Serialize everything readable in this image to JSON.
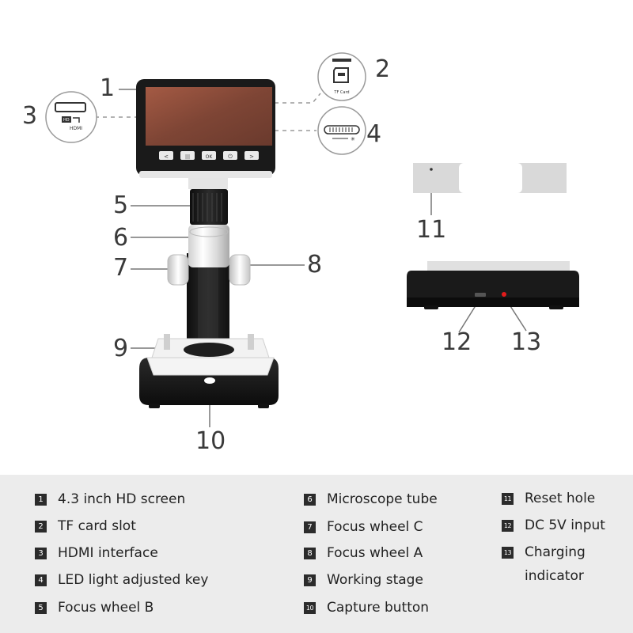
{
  "callouts": {
    "c1": "1",
    "c2": "2",
    "c3": "3",
    "c4": "4",
    "c5": "5",
    "c6": "6",
    "c7": "7",
    "c8": "8",
    "c9": "9",
    "c10": "10",
    "c11": "11",
    "c12": "12",
    "c13": "13"
  },
  "icon_labels": {
    "tf_card": "TF Card",
    "hdmi": "HDMI",
    "hdmi_badge": "HD"
  },
  "screen_buttons": [
    "<",
    "|||",
    "OK",
    "⏻",
    ">"
  ],
  "legend": [
    {
      "num": "1",
      "text": "4.3 inch HD screen"
    },
    {
      "num": "2",
      "text": "TF card slot"
    },
    {
      "num": "3",
      "text": "HDMI interface"
    },
    {
      "num": "4",
      "text": "LED light adjusted key"
    },
    {
      "num": "5",
      "text": "Focus wheel B"
    },
    {
      "num": "6",
      "text": "Microscope tube"
    },
    {
      "num": "7",
      "text": "Focus wheel C"
    },
    {
      "num": "8",
      "text": "Focus wheel A"
    },
    {
      "num": "9",
      "text": "Working stage"
    },
    {
      "num": "10",
      "text": "Capture button"
    },
    {
      "num": "11",
      "text": "Reset hole"
    },
    {
      "num": "12",
      "text": "DC 5V input"
    },
    {
      "num": "13",
      "text": "Charging indicator"
    }
  ],
  "colors": {
    "legend_background": "#ececec",
    "badge": "#2b2b2b",
    "device_body": "#1c1c1c",
    "screen": "#8a4a38",
    "charging_led": "#e21b1b"
  }
}
